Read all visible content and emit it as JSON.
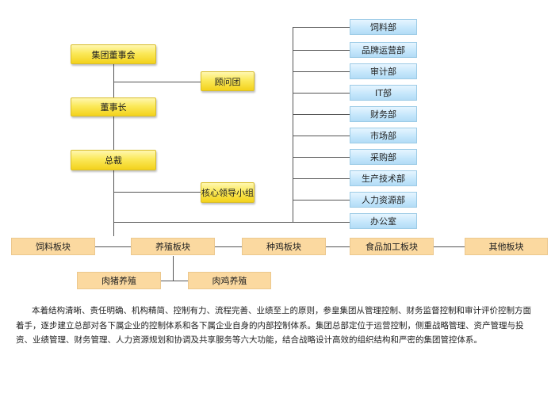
{
  "chart": {
    "group_board": "集团董事会",
    "advisors": "顾问团",
    "chairman": "董事长",
    "president": "总裁",
    "core_team": "核心领导小组",
    "departments": [
      "饲料部",
      "品牌运营部",
      "审计部",
      "IT部",
      "财务部",
      "市场部",
      "采购部",
      "生产技术部",
      "人力资源部",
      "办公室"
    ],
    "segments": [
      "饲料板块",
      "养殖板块",
      "种鸡板块",
      "食品加工板块",
      "其他板块"
    ],
    "breeding_sub": [
      "肉猪养殖",
      "肉鸡养殖"
    ]
  },
  "description": "本着结构清晰、责任明确、机构精简、控制有力、流程完善、业绩至上的原则，参皇集团从管理控制、财务监督控制和审计评价控制方面着手，逐步建立总部对各下属企业的控制体系和各下属企业自身的内部控制体系。集团总部定位于运营控制，侧重战略管理、资产管理与投资、业绩管理、财务管理、人力资源规划和协调及共享服务等六大功能，结合战略设计高效的组织结构和严密的集团管控体系。",
  "colors": {
    "leadership_box": "#f6d937",
    "department_box": "#c6e7fb",
    "segment_box": "#fbd9a0",
    "connector": "#555555"
  }
}
